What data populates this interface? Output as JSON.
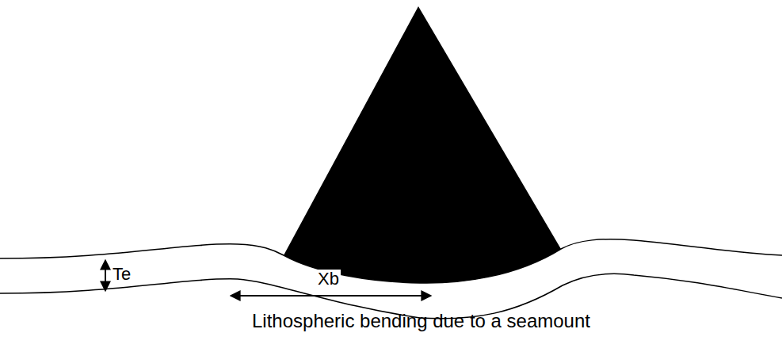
{
  "diagram": {
    "caption": "Lithospheric bending due to a seamount",
    "labels": [
      "Te",
      "Xb"
    ]
  }
}
